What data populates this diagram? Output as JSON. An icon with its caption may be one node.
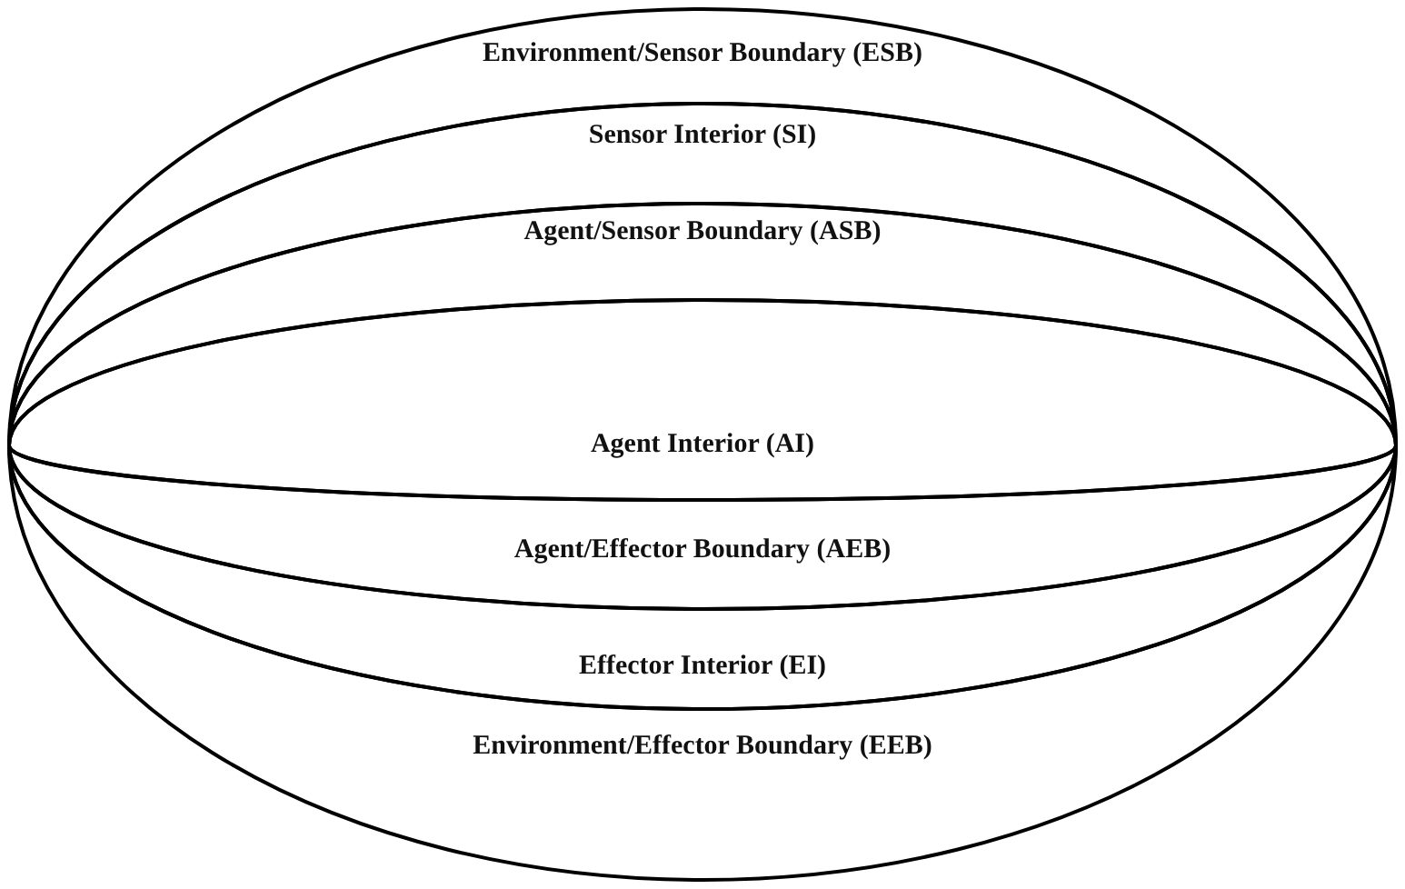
{
  "diagram": {
    "nodes": [
      {
        "text": [
          "Environment/Sensor Boundary (ESB)"
        ]
      },
      {
        "text": [
          "Sensor Interior (SI)"
        ]
      },
      {
        "text": [
          "Agent/Sensor Boundary (ASB)"
        ]
      },
      {
        "text": [
          "Agent Interior (AI)"
        ]
      },
      {
        "text": [
          "Agent/Effector Boundary (AEB)"
        ]
      },
      {
        "text": [
          "Effector Interior (EI)"
        ]
      },
      {
        "text": [
          "Environment/Effector Boundary (EEB)"
        ]
      }
    ]
  }
}
